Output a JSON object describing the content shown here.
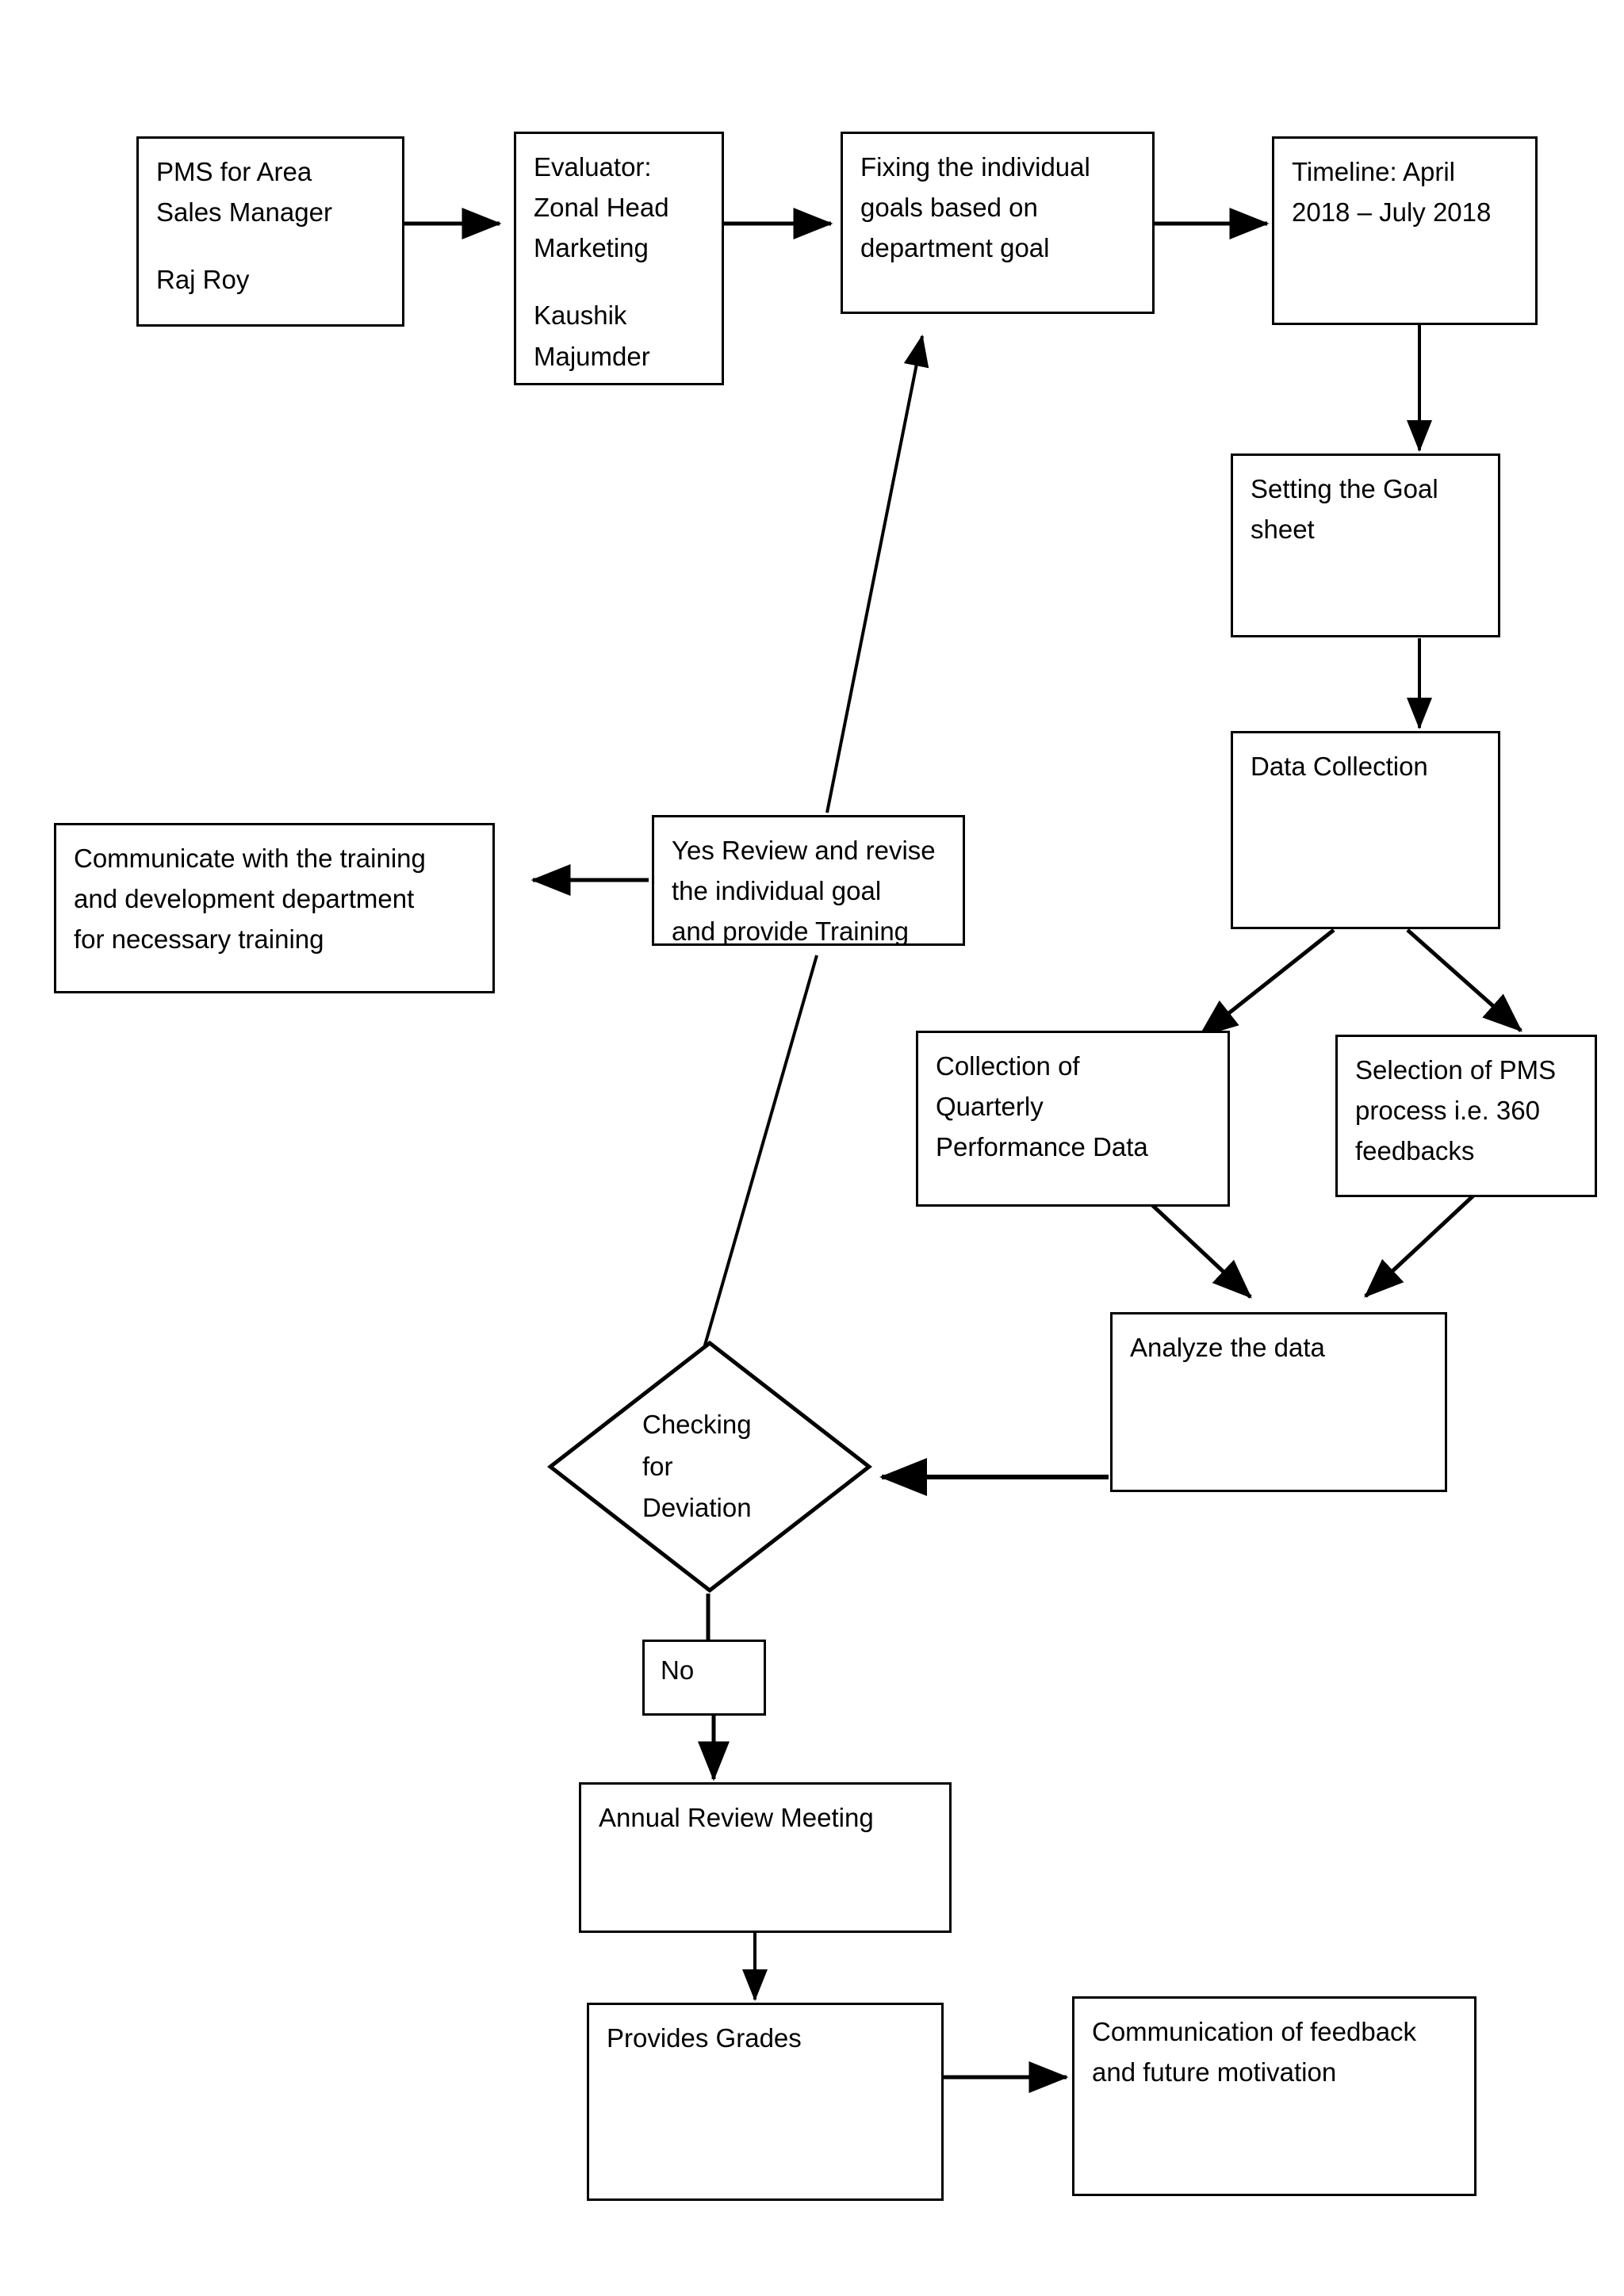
{
  "diagram": {
    "type": "flowchart",
    "title": "PMS for Area Sales Manager process flow",
    "stroke_color": "#000000",
    "fill_color": "#ffffff",
    "nodes": {
      "pms": {
        "shape": "rect",
        "line1": "PMS for Area",
        "line2": "Sales Manager",
        "line3": "Raj Roy"
      },
      "evaluator": {
        "shape": "rect",
        "line1": "Evaluator:",
        "line2": "Zonal Head",
        "line3": "Marketing",
        "line4": "Kaushik",
        "line5": "Majumder"
      },
      "fixing_goals": {
        "shape": "rect",
        "line1": "Fixing the individual",
        "line2": "goals based on",
        "line3": "department goal"
      },
      "timeline": {
        "shape": "rect",
        "line1": "Timeline: April",
        "line2": "2018 – July 2018"
      },
      "goal_sheet": {
        "shape": "rect",
        "line1": "Setting the Goal",
        "line2": "sheet"
      },
      "data_collection": {
        "shape": "rect",
        "line1": "Data Collection"
      },
      "quarterly": {
        "shape": "rect",
        "line1": "Collection of",
        "line2": "Quarterly",
        "line3": "Performance Data"
      },
      "pms_process": {
        "shape": "rect",
        "line1": "Selection of PMS",
        "line2": "process i.e. 360",
        "line3": "feedbacks"
      },
      "analyze": {
        "shape": "rect",
        "line1": "Analyze the data"
      },
      "checking": {
        "shape": "diamond",
        "line1": "Checking",
        "line2": "for",
        "line3": "Deviation"
      },
      "yes_review": {
        "shape": "rect",
        "line1": "Yes Review and revise",
        "line2": "the individual goal",
        "line3": "and provide Training"
      },
      "communicate_training": {
        "shape": "rect",
        "line1": "Communicate with the training",
        "line2": "and development department",
        "line3": "for necessary training"
      },
      "no": {
        "shape": "rect",
        "line1": "No"
      },
      "annual_review": {
        "shape": "rect",
        "line1": "Annual Review Meeting"
      },
      "provides_grades": {
        "shape": "rect",
        "line1": "Provides Grades"
      },
      "communication_feedback": {
        "shape": "rect",
        "line1": "Communication of feedback",
        "line2": "and future motivation"
      }
    },
    "edges": [
      {
        "from": "pms",
        "to": "evaluator",
        "label": ""
      },
      {
        "from": "evaluator",
        "to": "fixing_goals",
        "label": ""
      },
      {
        "from": "fixing_goals",
        "to": "timeline",
        "label": ""
      },
      {
        "from": "timeline",
        "to": "goal_sheet",
        "label": ""
      },
      {
        "from": "goal_sheet",
        "to": "data_collection",
        "label": ""
      },
      {
        "from": "data_collection",
        "to": "quarterly",
        "label": ""
      },
      {
        "from": "data_collection",
        "to": "pms_process",
        "label": ""
      },
      {
        "from": "quarterly",
        "to": "analyze",
        "label": ""
      },
      {
        "from": "pms_process",
        "to": "analyze",
        "label": ""
      },
      {
        "from": "analyze",
        "to": "checking",
        "label": ""
      },
      {
        "from": "checking",
        "to": "yes_review",
        "label": "Yes"
      },
      {
        "from": "yes_review",
        "to": "communicate_training",
        "label": ""
      },
      {
        "from": "yes_review",
        "to": "fixing_goals",
        "label": ""
      },
      {
        "from": "checking",
        "to": "no",
        "label": "No"
      },
      {
        "from": "no",
        "to": "annual_review",
        "label": ""
      },
      {
        "from": "annual_review",
        "to": "provides_grades",
        "label": ""
      },
      {
        "from": "provides_grades",
        "to": "communication_feedback",
        "label": ""
      }
    ]
  }
}
